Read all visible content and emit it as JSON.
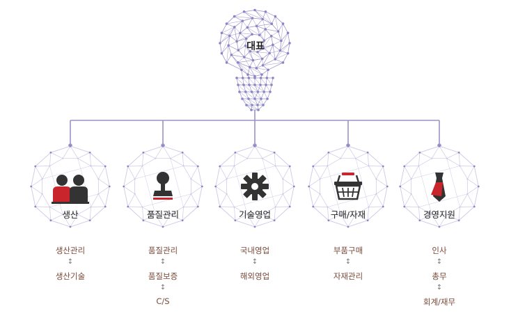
{
  "root": {
    "label": "대표"
  },
  "colors": {
    "line": "#9a93c8",
    "mesh": "#8c84c4",
    "mesh_light": "#cdc8e6",
    "accent_red": "#c8262c",
    "icon_dark": "#333333",
    "sub_text": "#7a4a3a"
  },
  "departments": [
    {
      "label": "생산",
      "icon": "people-icon",
      "subs": [
        "생산관리",
        "생산기술"
      ]
    },
    {
      "label": "품질관리",
      "icon": "stamp-icon",
      "subs": [
        "품질관리",
        "품질보증",
        "C/S"
      ]
    },
    {
      "label": "기술영업",
      "icon": "gear-icon",
      "subs": [
        "국내영업",
        "해외영업"
      ]
    },
    {
      "label": "구매/자재",
      "icon": "basket-icon",
      "subs": [
        "부품구매",
        "자재관리"
      ]
    },
    {
      "label": "경영지원",
      "icon": "necktie-icon",
      "subs": [
        "인사",
        "총무",
        "회계/재무"
      ]
    }
  ]
}
